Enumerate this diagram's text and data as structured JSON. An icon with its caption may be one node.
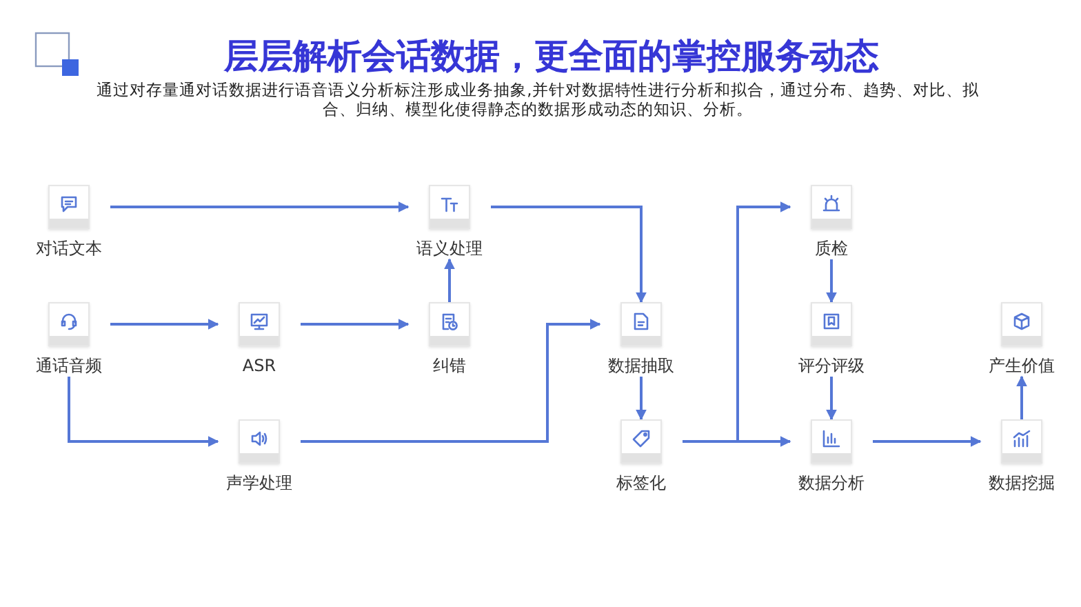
{
  "diagram": {
    "title": "层层解析会话数据，更全面的掌控服务动态",
    "nodes": [
      {
        "text": [
          "对话文本"
        ]
      },
      {
        "text": [
          "通话音频"
        ]
      },
      {
        "text": [
          "ASR"
        ]
      },
      {
        "text": [
          "声学处理"
        ]
      },
      {
        "text": [
          "语义处理"
        ]
      },
      {
        "text": [
          "纠错"
        ]
      },
      {
        "text": [
          "数据抽取"
        ]
      },
      {
        "text": [
          "标签化"
        ]
      },
      {
        "text": [
          "质检"
        ]
      },
      {
        "text": [
          "评分评级"
        ]
      },
      {
        "text": [
          "数据分析"
        ]
      },
      {
        "text": [
          "产生价值"
        ]
      },
      {
        "text": [
          "数据挖掘"
        ]
      }
    ],
    "edges": [
      {
        "from": 0,
        "to": 4,
        "arrow": "to"
      },
      {
        "from": 1,
        "to": 2,
        "arrow": "to"
      },
      {
        "from": 2,
        "to": 5,
        "arrow": "to"
      },
      {
        "from": 1,
        "to": 3,
        "arrow": "to"
      },
      {
        "from": 5,
        "to": 4,
        "arrow": "to"
      },
      {
        "from": 4,
        "to": 6,
        "arrow": "to"
      },
      {
        "from": 3,
        "to": 6,
        "arrow": "to"
      },
      {
        "from": 6,
        "to": 7,
        "arrow": "to"
      },
      {
        "from": 7,
        "to": 8,
        "arrow": "to"
      },
      {
        "from": 7,
        "to": 10,
        "arrow": "to"
      },
      {
        "from": 8,
        "to": 9,
        "arrow": "to"
      },
      {
        "from": 9,
        "to": 10,
        "arrow": "to"
      },
      {
        "from": 10,
        "to": 12,
        "arrow": "to"
      },
      {
        "from": 12,
        "to": 11,
        "arrow": "to"
      }
    ],
    "labels": [
      "通过对存量通对话数据进行语音语义分析标注形成业务抽象,并针对数据特性进行分析和拟合，通过分布、趋势、对比、拟合、归纳、模型化使得静态的数据形成动态的知识、分析。"
    ]
  }
}
